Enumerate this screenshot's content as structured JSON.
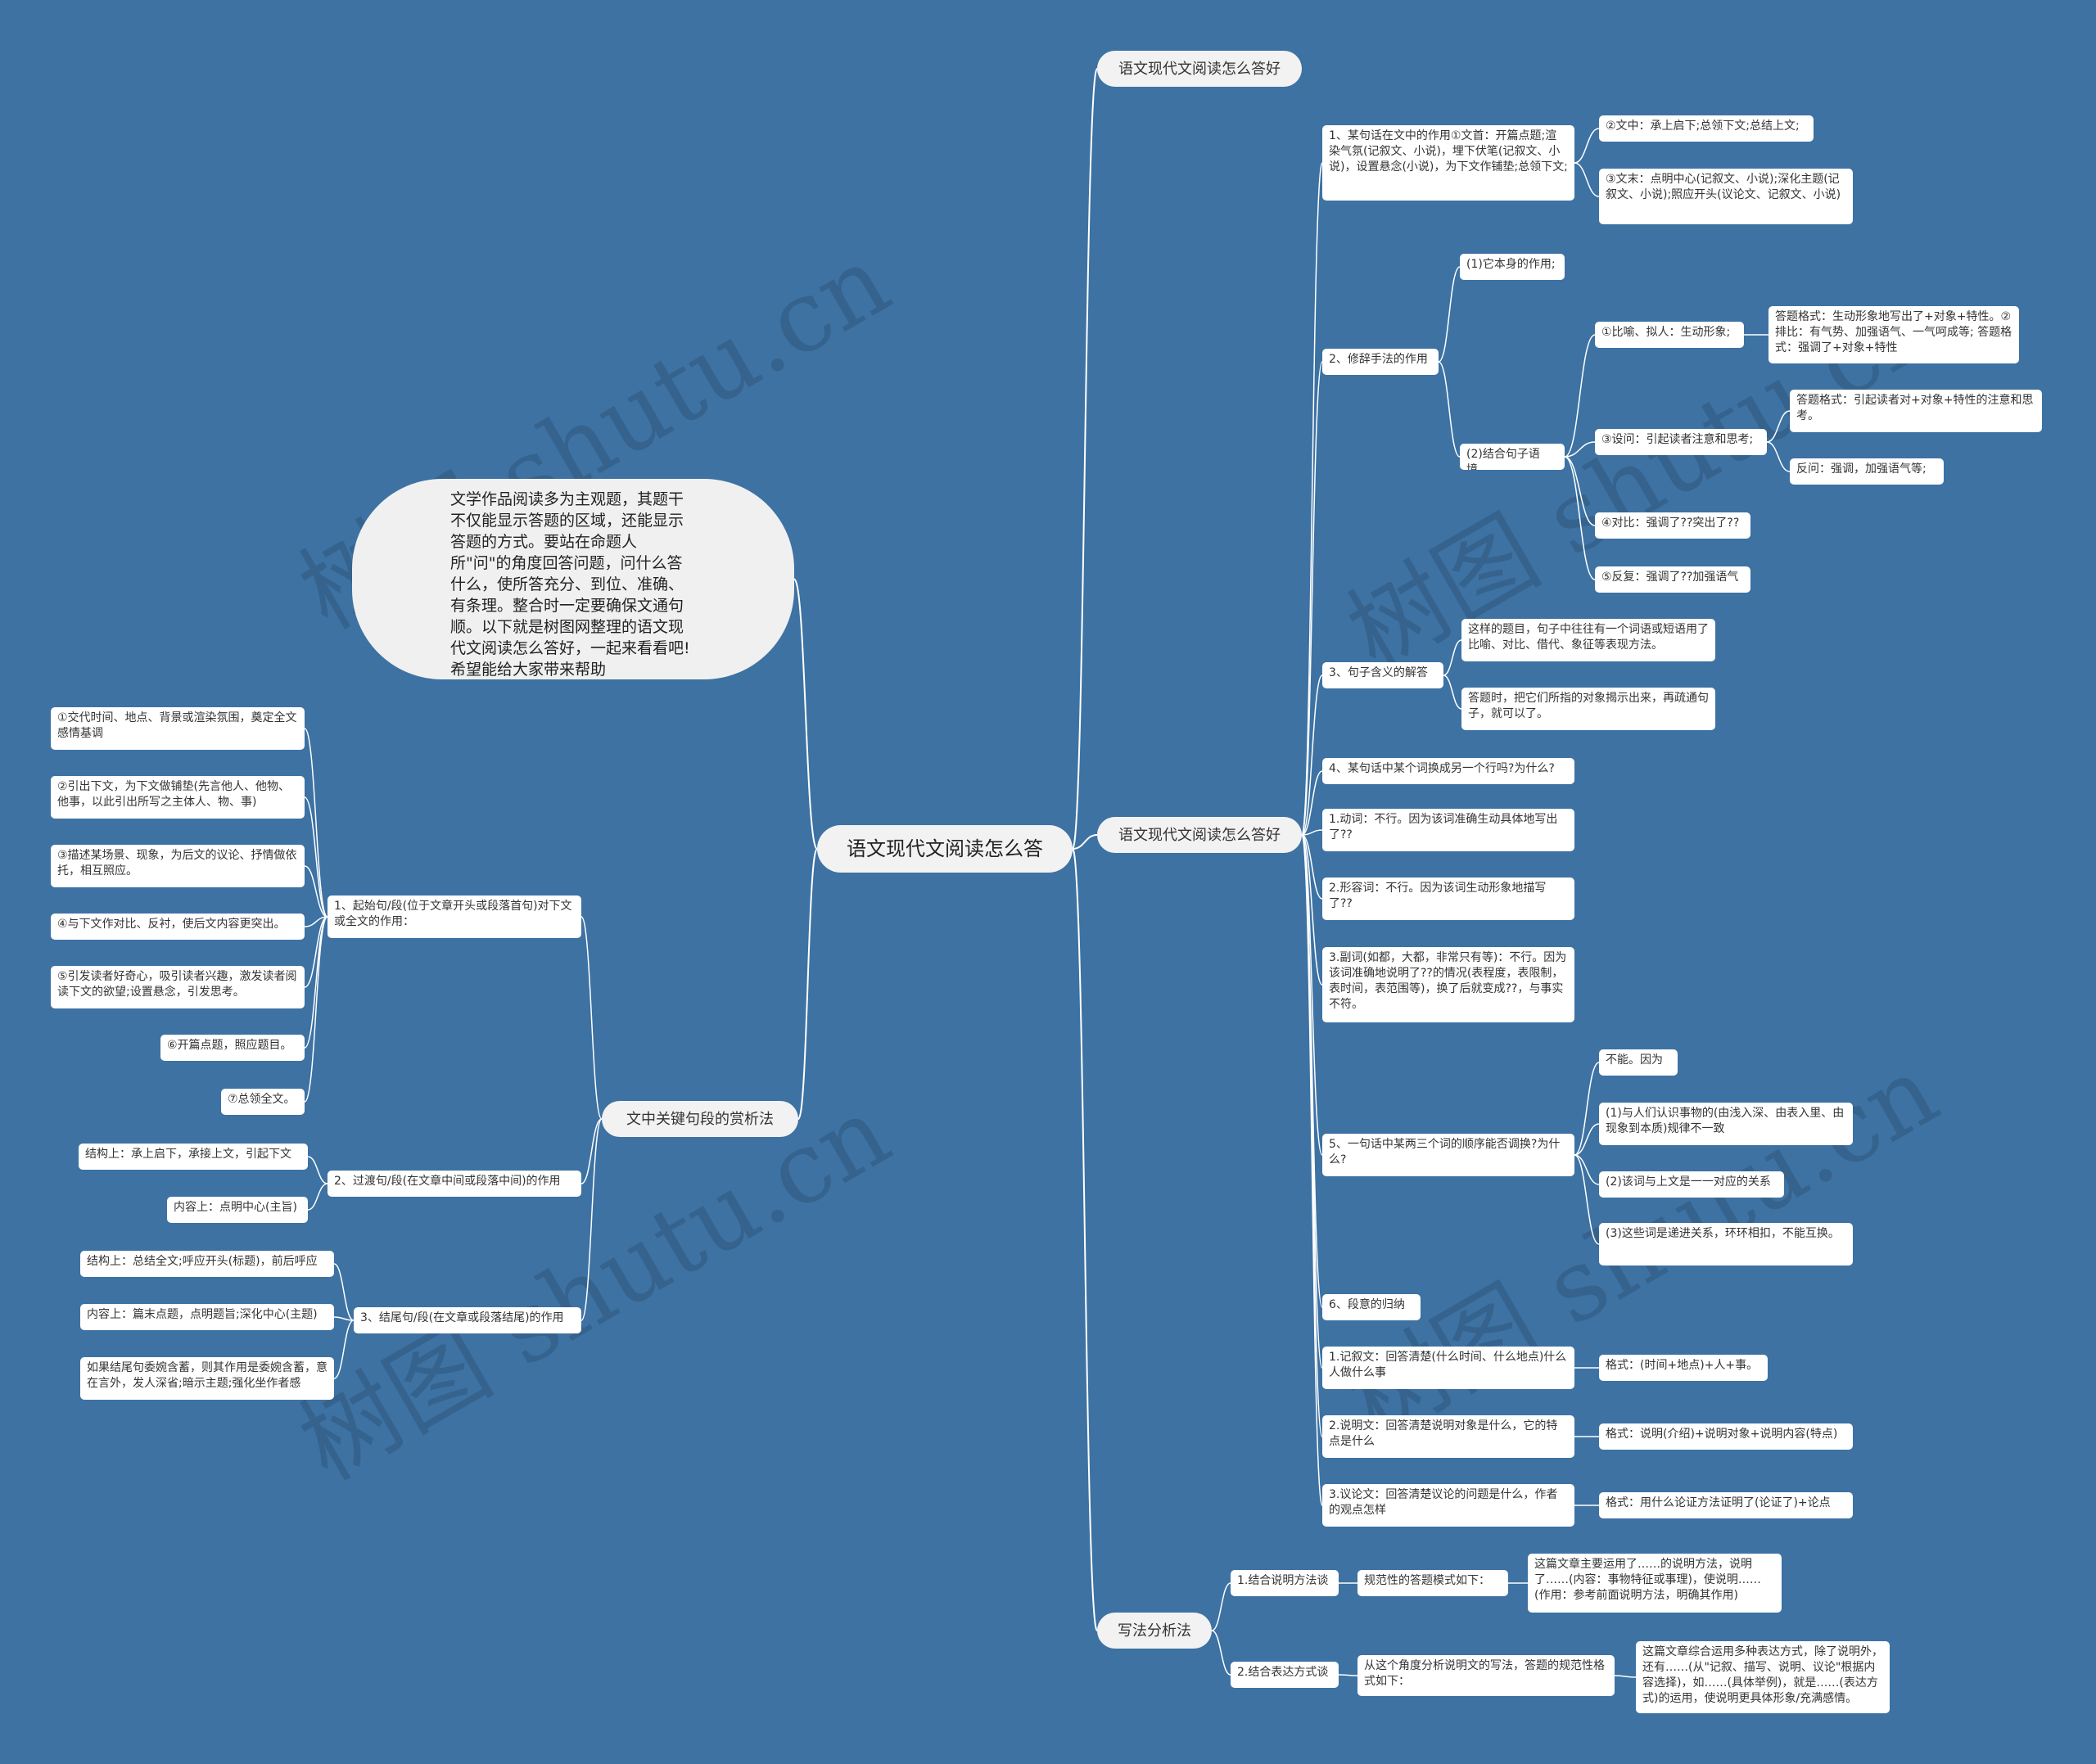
{
  "watermark": "树图 shutu.cn",
  "colors": {
    "background": "#3d72a3",
    "node": "#ffffff",
    "line": "#ffffff"
  },
  "root": "语文现代文阅读怎么答",
  "intro": "文学作品阅读多为主观题，其题干不仅能显示答题的区域，还能显示答题的方式。要站在命题人所\"问\"的角度回答问题，问什么答什么，使所答充分、到位、准确、有条理。整合时一定要确保文通句顺。以下就是树图网整理的语文现代文阅读怎么答好，一起来看看吧!希望能给大家带来帮助",
  "branch_top": "语文现代文阅读怎么答好",
  "branch_main": {
    "label": "语文现代文阅读怎么答好",
    "items": {
      "q1": "1、某句话在文中的作用①文首：开篇点题;渲染气氛(记叙文、小说)，埋下伏笔(记叙文、小说)，设置悬念(小说)，为下文作铺垫;总领下文;",
      "q1_a": "②文中：承上启下;总领下文;总结上文;",
      "q1_b": "③文末：点明中心(记叙文、小说);深化主题(记叙文、小说);照应开头(议论文、记叙文、小说)",
      "q2": "2、修辞手法的作用",
      "q2_a": "(1)它本身的作用;",
      "q2_b": "(2)结合句子语境。",
      "q2_b1": "①比喻、拟人：生动形象;",
      "q2_b1_ans": "答题格式：生动形象地写出了+对象+特性。②排比：有气势、加强语气、一气呵成等; 答题格式：强调了+对象+特性",
      "q2_b3": "③设问：引起读者注意和思考;",
      "q2_b3_ans1": "答题格式：引起读者对+对象+特性的注意和思考。",
      "q2_b3_ans2": "反问：强调，加强语气等;",
      "q2_b4": "④对比：强调了??突出了??",
      "q2_b5": "⑤反复：强调了??加强语气",
      "q3": "3、句子含义的解答",
      "q3_a": "这样的题目，句子中往往有一个词语或短语用了比喻、对比、借代、象征等表现方法。",
      "q3_b": "答题时，把它们所指的对象揭示出来，再疏通句子，就可以了。",
      "q4": "4、某句话中某个词换成另一个行吗?为什么?",
      "q4_1": "1.动词：不行。因为该词准确生动具体地写出了??",
      "q4_2": "2.形容词：不行。因为该词生动形象地描写了??",
      "q4_3": "3.副词(如都，大都，非常只有等)：不行。因为该词准确地说明了??的情况(表程度，表限制，表时间，表范围等)，换了后就变成??，与事实不符。",
      "q5": "5、一句话中某两三个词的顺序能否调换?为什么?",
      "q5_a": "不能。因为",
      "q5_b": "(1)与人们认识事物的(由浅入深、由表入里、由现象到本质)规律不一致",
      "q5_c": "(2)该词与上文是一一对应的关系",
      "q5_d": "(3)这些词是递进关系，环环相扣，不能互换。",
      "q6": "6、段意的归纳",
      "q6_1": "1.记叙文：回答清楚(什么时间、什么地点)什么人做什么事",
      "q6_1_fmt": "格式：(时间+地点)+人+事。",
      "q6_2": "2.说明文：回答清楚说明对象是什么，它的特点是什么",
      "q6_2_fmt": "格式：说明(介绍)+说明对象+说明内容(特点)",
      "q6_3": "3.议论文：回答清楚议论的问题是什么，作者的观点怎样",
      "q6_3_fmt": "格式：用什么论证方法证明了(论证了)+论点"
    }
  },
  "branch_write": {
    "label": "写法分析法",
    "w1": "1.结合说明方法谈",
    "w1_a": "规范性的答题模式如下：",
    "w1_b": "这篇文章主要运用了……的说明方法，说明了……(内容：事物特征或事理)，使说明……(作用：参考前面说明方法，明确其作用)",
    "w2": "2.结合表达方式谈",
    "w2_a": "从这个角度分析说明文的写法，答题的规范性格式如下：",
    "w2_b": "这篇文章综合运用多种表达方式，除了说明外，还有……(从\"记叙、描写、说明、议论\"根据内容选择)，如……(具体举例)，就是……(表达方式)的运用，使说明更具体形象/充满感情。"
  },
  "branch_key": {
    "label": "文中关键句段的赏析法",
    "k1": "1、起始句/段(位于文章开头或段落首句)对下文或全文的作用：",
    "k1_items": [
      "①交代时间、地点、背景或渲染氛围，奠定全文感情基调",
      "②引出下文，为下文做铺垫(先言他人、他物、他事，以此引出所写之主体人、物、事)",
      "③描述某场景、现象，为后文的议论、抒情做依托，相互照应。",
      "④与下文作对比、反衬，使后文内容更突出。",
      "⑤引发读者好奇心，吸引读者兴趣，激发读者阅读下文的欲望;设置悬念，引发思考。",
      "⑥开篇点题，照应题目。",
      "⑦总领全文。"
    ],
    "k2": "2、过渡句/段(在文章中间或段落中间)的作用",
    "k2_items": [
      "结构上：承上启下，承接上文，引起下文",
      "内容上：点明中心(主旨)"
    ],
    "k3": "3、结尾句/段(在文章或段落结尾)的作用",
    "k3_items": [
      "结构上：总结全文;呼应开头(标题)，前后呼应",
      "内容上：篇末点题，点明题旨;深化中心(主题)",
      "如果结尾句委婉含蓄，则其作用是委婉含蓄，意在言外，发人深省;暗示主题;强化坐作者感"
    ]
  }
}
